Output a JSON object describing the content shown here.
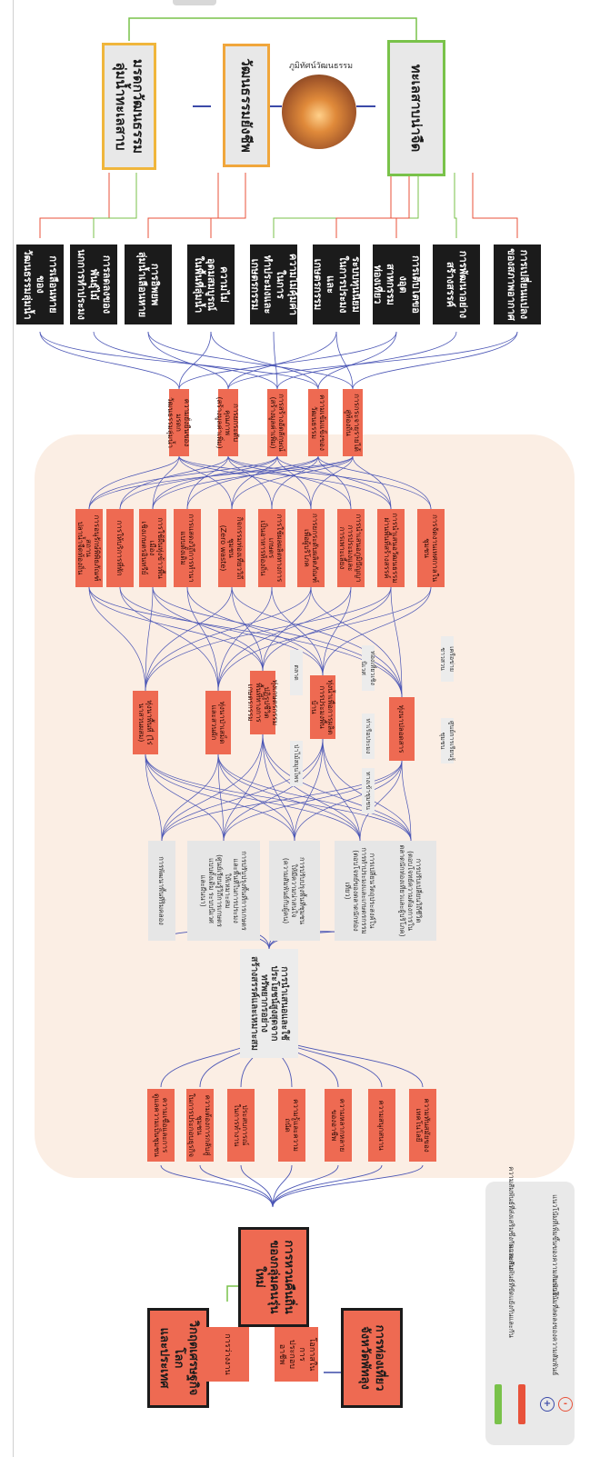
{
  "colors": {
    "red_box": "#ee6a52",
    "black_box": "#1b1b1b",
    "panel_bg": "#fbeee4",
    "line_blue": "#4a55b5",
    "line_red": "#e8523a",
    "line_green": "#79c24a",
    "gold": "#f0b63c"
  },
  "top": {
    "heritage": "มรดกวัฒนธรรม\nลุ่มน้ำทะเลสาบ",
    "living": "วัฒนธรรมยังชีพ",
    "landscape_label": "ภูมิทัศน์วัฒนธรรม",
    "lake": "ทะเลสาบน่าจืด"
  },
  "issues": [
    "การเลือนหายของ\nวัฒนธรรมลุ่มน้ำ",
    "การลดลงของพันธุ์ไม้\nนกการทำประมง",
    "การอิพยพ\nลุ่มน้ำเลือนหาย",
    "ความไม่\nอุดมสมบูรณ์\nในพื้นที่ลุ่มน้ำ",
    "ความไม่คุ้มค่าในการ\nทำประมงและ\nเกษตรกรรม",
    "ระบบทุนนิยม\nในการประมงและ\nเกษตรกรรม",
    "การเติบโตของอุต\nสาหกรรม\nท่องเที่ยว",
    "การพัฒนาอย่าง\nสร้างสรรค์",
    "การเปลี่ยนแปลง\nของสภาพอากาศ"
  ],
  "outcomes": [
    "ความยั่งยืนของมรดก\nวัฒนธรรมลุ่มน้ำ",
    "การยกระดับคุณภาพ\n(สร้างมูลค่าเพิ่ม)",
    "การสร้างอัตลักษณ์\n(สร้างมูลค่าเพิ่ม)",
    "ความเข้มแข็งของวัฒนธรรม",
    "การกระจายรายได้\nสู่ท้องถิ่น"
  ],
  "strategies": [
    "การอนุรักษ์พิพิธภัณฑ์สถาน\nปลาน้ำจืดท้องถิ่น",
    "การให้บริการที่พัก",
    "การใช้ผืนทุ่งข้าวพื้นเมือง\nเชิงเกษตรอินทรีย์",
    "การแสดงวิถีการทำนา\nแบบดั้งเดิม",
    "กิจกรรมท่องเที่ยววิถีชุมชน\n(Zero waste)",
    "การใช้ผลผลิตทางการเกษตร\nเป็นอาหารท้องถิ่น",
    "การยกระดับผลิตภัณฑ์\nเพื่อผู้บริโภค",
    "การนำเสนอภูมิปัญญา\nการประมงและ\nการเพาะเลี้ยง",
    "การนำเสนอวัฒนธรรม\nผ่านพื้นที่สร้างสรรค์",
    "การจัดงานเทศกาลในชุมชน"
  ],
  "spaces": [
    "ทุ่งนาพื้นที่ (ไร่นาสวนผสม)",
    "ทุ่งนาป่าเสม็ด\nและสวนผัก",
    "ทุ่งเกษตรกรรมปฏิรูปชีวิต\nพื้นที่ทางการเกษตรกรรม",
    "ทุ่งน้ำเพื่อการผลิต\nการประมงพื้นบ้าน",
    "ทุ่งนาปลอดสาร"
  ],
  "subnotes": [
    "ป่าไม้สมุนไพร",
    "ตลาด",
    "ทางเข้าชุมชน",
    "ท่าเรือประมง",
    "ท่องเที่ยวเชิงนิเวศ",
    "เครือข่ายชาวสวน",
    "ศูนย์การเรียนรู้ชุมชน"
  ],
  "approaches": [
    "การพัฒนาพื้นที่ริมคลอง",
    "การปรับปรุงพื้นที่การเกษตร\nและพื้นที่ในการประมง\nให้เหมาะสม\n(ศูนย์เรียนรู้วิถีการเกษตร\nแบบดั้งเดิม ระบบนิเวศ\nและผืนนา)",
    "การปรับปรุงพื้นที่ชุมชน\nให้มีความน่าสนใจ\n(ความสัมพันธ์กับผู้คน)",
    "การเปลี่ยนวัตถุประสงค์ใน\nการทำประมงและเกษตรกรรม\n(ตอบโจทย์ของตลาดนักท่องเที่ยว)",
    "การปรับเปลี่ยนวิถีชีวิต\n(ตอบโจทย์ความต้องการใน\nตลาดนักท่องเที่ยวและผู้บริโภค)"
  ],
  "core": "การนำเสนอและใช้\nประโยชน์สูงสุดจาก\nทรัพยากรอย่าง\nสร้างสรรค์และเหมาะสม",
  "inputs": [
    "ความเชื่อและการ\nดูแลความเป็นชุมชน",
    "ความต้องการกลับสู่ชุมชน\nในการประกอบธุรกิจ",
    "ประสบการณ์\nในการทำงาน",
    "ความรู้และความถนัด",
    "ความหลากหลายของอาชีพ",
    "ความสนุกสนาน",
    "ความทันสมัยของเทคโนโลยี"
  ],
  "driver": "การหวนคืนถิ่น\nของกลุ่มคนรุ่นใหม่",
  "context": {
    "global": "วิกฤตเศรษฐกิจโลก\nและประเทศ",
    "covid": "การว่างงาน",
    "chance": "โอกาสในการ\nประกอบอาชีพ",
    "tourism": "การท่องเที่ยว\nจังหวัดพัทลุง"
  },
  "legend": [
    "ความสัมพันธ์ที่ส่งเสริมซึ่งกันและกัน",
    "ความสัมพันธ์ที่ขัดแย้งกันและกัน",
    "แนวโน้มที่เพิ่มขึ้นของความสัมพันธ์",
    "แนวโน้มที่ลดลงของความสัมพันธ์"
  ],
  "legend_signs": [
    "+",
    "-"
  ]
}
